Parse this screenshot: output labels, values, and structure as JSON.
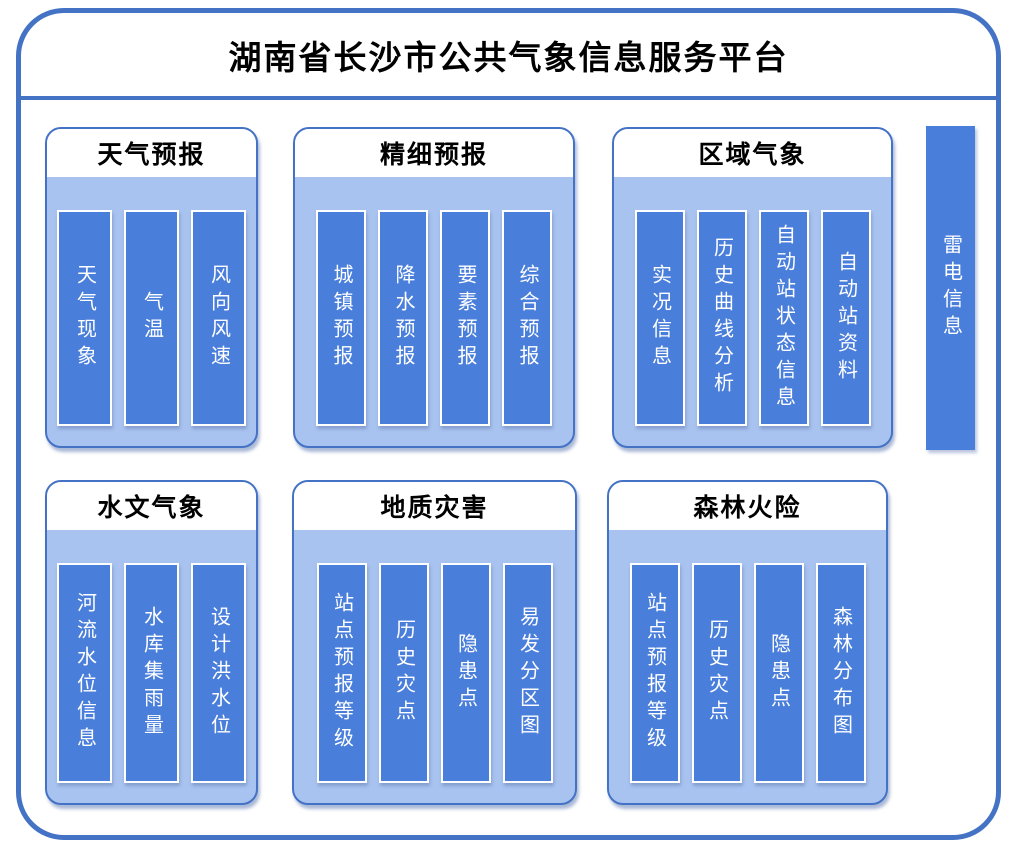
{
  "title": "湖南省长沙市公共气象信息服务平台",
  "colors": {
    "frame_border": "#4472C4",
    "panel_border": "#4472C4",
    "panel_body_fill": "#A9C3F0",
    "panel_header_fill": "#FFFFFF",
    "bar_fill": "#4A7EDB",
    "bar_text": "#FFFFFF",
    "title_text": "#000000"
  },
  "panels": [
    {
      "title": "天气预报",
      "items": [
        "天气现象",
        "气温",
        "风向风速"
      ]
    },
    {
      "title": "精细预报",
      "items": [
        "城镇预报",
        "降水预报",
        "要素预报",
        "综合预报"
      ]
    },
    {
      "title": "区域气象",
      "items": [
        "实况信息",
        "历史曲线分析",
        "自动站状态信息",
        "自动站资料"
      ]
    },
    {
      "title": "水文气象",
      "items": [
        "河流水位信息",
        "水库集雨量",
        "设计洪水位"
      ]
    },
    {
      "title": "地质灾害",
      "items": [
        "站点预报等级",
        "历史灾点",
        "隐患点",
        "易发分区图"
      ]
    },
    {
      "title": "森林火险",
      "items": [
        "站点预报等级",
        "历史灾点",
        "隐患点",
        "森林分布图"
      ]
    }
  ],
  "lightning_bar": {
    "label": "雷电信息"
  }
}
